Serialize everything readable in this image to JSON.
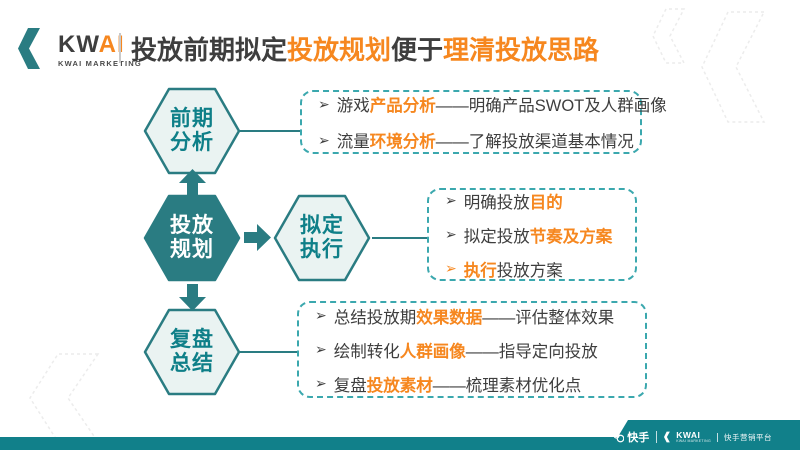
{
  "brand": {
    "name_dark": "KW",
    "name_orange": "AI",
    "subtitle": "KWAI MARKETING"
  },
  "title": {
    "part1": "投放前期拟定",
    "part2": "投放规划",
    "part3": "便于",
    "part4": "理清投放思路"
  },
  "bullet_char": "➢",
  "nodes": {
    "analysis": {
      "line1": "前期",
      "line2": "分析"
    },
    "plan": {
      "line1": "投放",
      "line2": "规划"
    },
    "execute": {
      "line1": "拟定",
      "line2": "执行"
    },
    "review": {
      "line1": "复盘",
      "line2": "总结"
    }
  },
  "boxes": {
    "analysis": {
      "items": [
        {
          "segs": {
            "s0": "游戏",
            "s1": "产品分析",
            "s2": "——明确产品SWOT及人群画像"
          }
        },
        {
          "segs": {
            "s0": "流量",
            "s1": "环境分析",
            "s2": "——了解投放渠道基本情况"
          }
        }
      ]
    },
    "execute": {
      "items": [
        {
          "segs": {
            "s0": "明确投放",
            "s1": "目的",
            "s2": ""
          }
        },
        {
          "segs": {
            "s0": "拟定投放",
            "s1": "节奏及方案",
            "s2": ""
          }
        },
        {
          "segs": {
            "s0": "执行",
            "s1": "投放方案",
            "s2": ""
          }
        }
      ]
    },
    "review": {
      "items": [
        {
          "segs": {
            "s0": "总结投放期",
            "s1": "效果数据",
            "s2": "——评估整体效果"
          }
        },
        {
          "segs": {
            "s0": "绘制转化",
            "s1": "人群画像",
            "s2": "——指导定向投放"
          }
        },
        {
          "segs": {
            "s0": "复盘",
            "s1": "投放素材",
            "s2": "——梳理素材优化点"
          }
        }
      ]
    }
  },
  "footer": {
    "kuaishou": "快手",
    "kwai": "KWAI",
    "kwai_sub": "KWAI MARKETING",
    "platform": "快手营销平台"
  },
  "colors": {
    "teal": "#2A7C82",
    "teal_dashed": "#3BA8AE",
    "teal_footer": "#11808A",
    "hex_light_fill": "#EAF3F2",
    "hex_text": "#0E7F88",
    "orange": "#F6871F",
    "dark_text": "#3E3E3E"
  }
}
